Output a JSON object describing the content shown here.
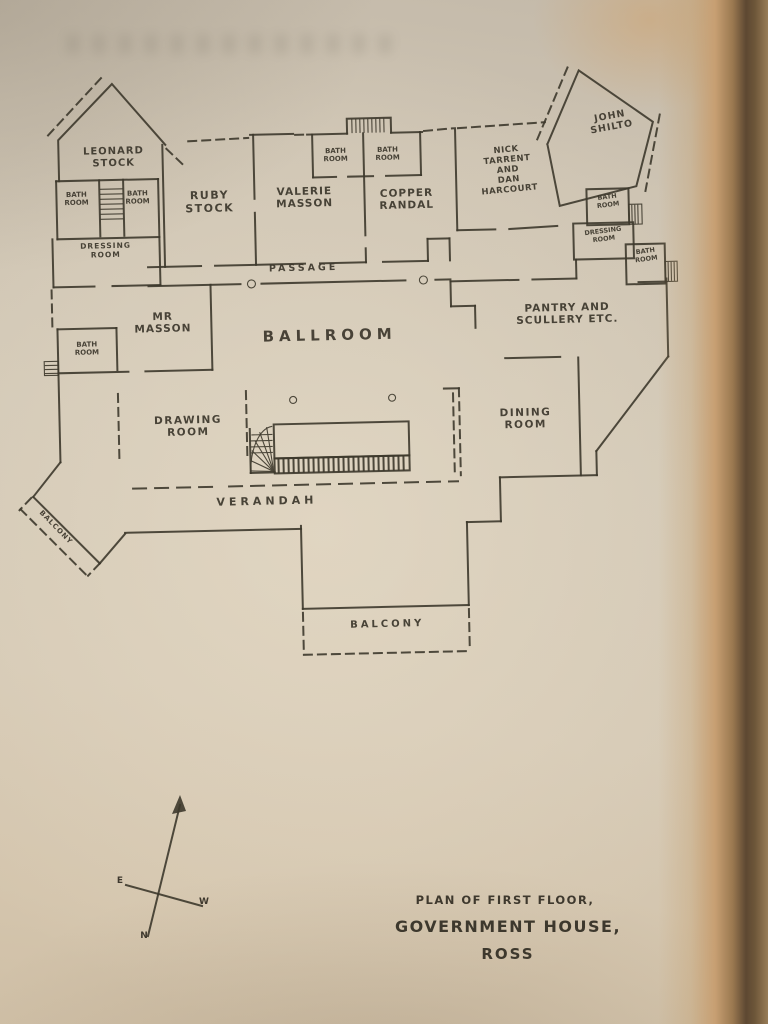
{
  "plan": {
    "rooms": {
      "leonard_stock": "LEONARD\nSTOCK",
      "bath_room": "BATH\nROOM",
      "dressing_room": "DRESSING\nROOM",
      "ruby_stock": "RUBY\nSTOCK",
      "valerie_masson": "VALERIE\nMASSON",
      "copper_randal": "COPPER\nRANDAL",
      "nick_tarrent": "NICK\nTARRENT\nAND\nDAN\nHARCOURT",
      "john_shilto": "JOHN\nSHILTO",
      "passage": "PASSAGE",
      "mr_masson": "MR\nMASSON",
      "ballroom": "BALLROOM",
      "pantry": "PANTRY AND\nSCULLERY ETC.",
      "dining_room": "DINING\nROOM",
      "drawing_room": "DRAWING\nROOM",
      "verandah": "VERANDAH",
      "balcony": "BALCONY"
    },
    "compass": {
      "n": "N",
      "e": "E",
      "w": "W"
    },
    "caption": {
      "line1": "PLAN OF FIRST FLOOR,",
      "line2": "GOVERNMENT HOUSE,",
      "line3": "ROSS"
    },
    "colors": {
      "ink": "#3d382c",
      "paper": "#d0c6b4"
    }
  }
}
